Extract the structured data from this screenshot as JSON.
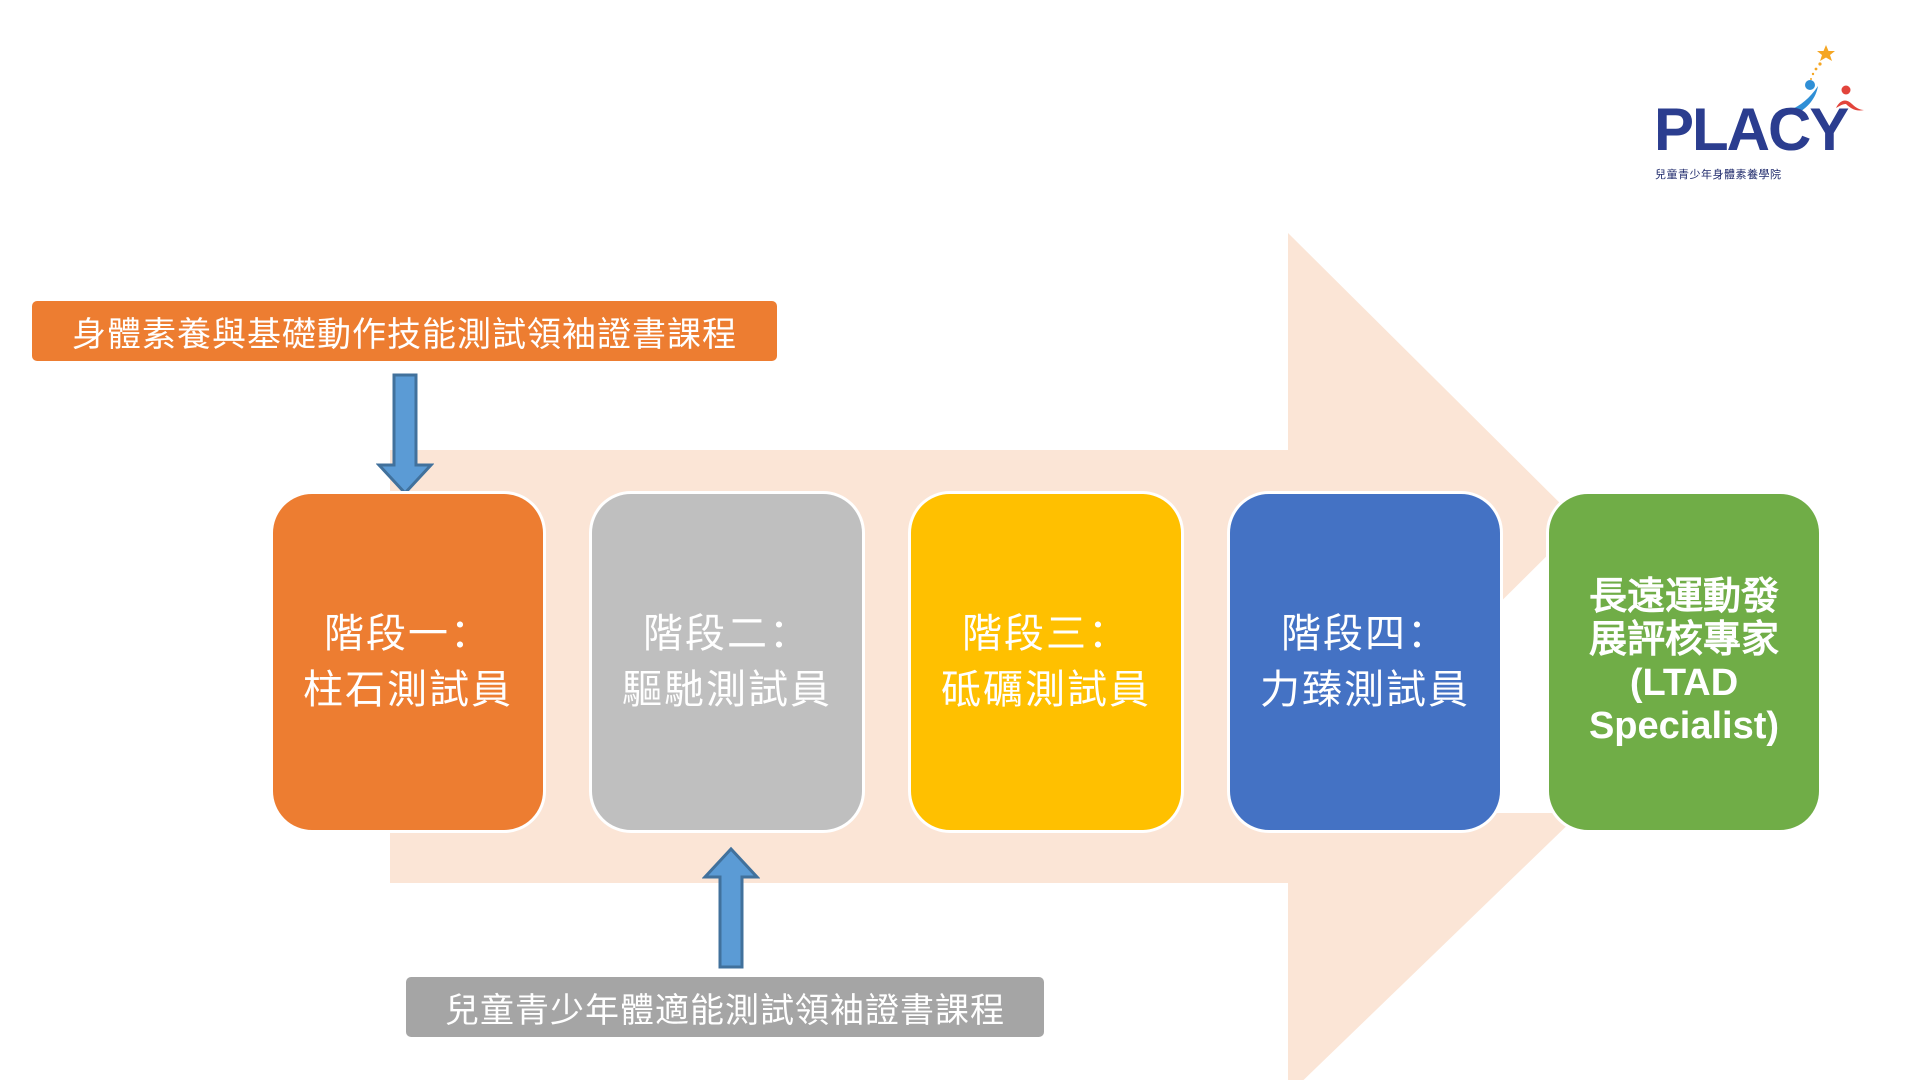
{
  "logo": {
    "wordmark": "PLACY",
    "tagline": "兒童青少年身體素養學院"
  },
  "courses": {
    "top": "身體素養與基礎動作技能測試領袖證書課程",
    "bottom": "兒童青少年體適能測試領袖證書課程"
  },
  "stages": [
    {
      "label": "階段一：",
      "name": "柱石測試員"
    },
    {
      "label": "階段二：",
      "name": "驅馳測試員"
    },
    {
      "label": "階段三：",
      "name": "砥礪測試員"
    },
    {
      "label": "階段四：",
      "name": "力臻測試員"
    }
  ],
  "final_stage": {
    "lines": [
      "長遠運動發",
      "展評核專家",
      "(LTAD",
      "Specialist)"
    ]
  },
  "colors": {
    "big_arrow": "#fbe5d6",
    "stage_1": "#ed7d31",
    "stage_2": "#bfbfbf",
    "stage_3": "#ffc000",
    "stage_4": "#4472c4",
    "final_stage": "#70ad47",
    "course_top": "#ed7d31",
    "course_bottom": "#a5a5a5",
    "pointer_arrow": "#5b9bd5",
    "logo_text": "#2b3d8f"
  }
}
